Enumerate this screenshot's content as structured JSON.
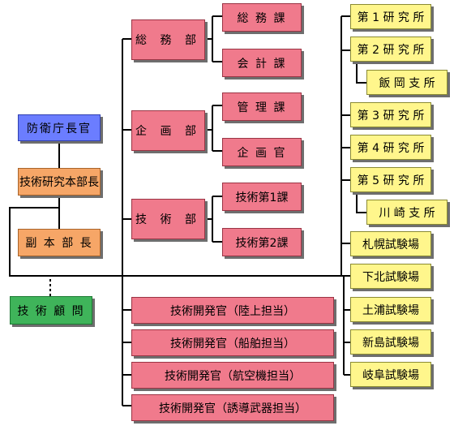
{
  "top": {
    "director": "防衛庁長官",
    "chief": "技術研究本部長",
    "vice_chief": "副 本 部 長",
    "advisor": "技 術 顧 問"
  },
  "departments": {
    "general": "総 務 部",
    "planning": "企 画 部",
    "technical": "技 術 部"
  },
  "sections": {
    "general_affairs": "総 務 課",
    "accounting": "会 計 課",
    "management": "管 理 課",
    "planning_officer": "企 画 官",
    "tech1": "技術第1課",
    "tech2": "技術第2課"
  },
  "development_officers": [
    "技術開発官（陸上担当）",
    "技術開発官（船舶担当）",
    "技術開発官（航空機担当）",
    "技術開発官（誘導武器担当）"
  ],
  "institutes": {
    "r1": "第 1 研 究 所",
    "r2": "第 2 研 究 所",
    "iioka": "飯 岡 支 所",
    "r3": "第 3 研 究 所",
    "r4": "第 4 研 究 所",
    "r5": "第 5 研 究 所",
    "kawasaki": "川 崎 支 所"
  },
  "test_sites": [
    "札幌試験場",
    "下北試験場",
    "土浦試験場",
    "新島試験場",
    "岐阜試験場"
  ],
  "colors": {
    "director": "#6b7dff",
    "chief": "#f6a667",
    "advisor": "#3fb45a",
    "department": "#f07a8c",
    "institute": "#fff68c",
    "line": "#000000"
  }
}
